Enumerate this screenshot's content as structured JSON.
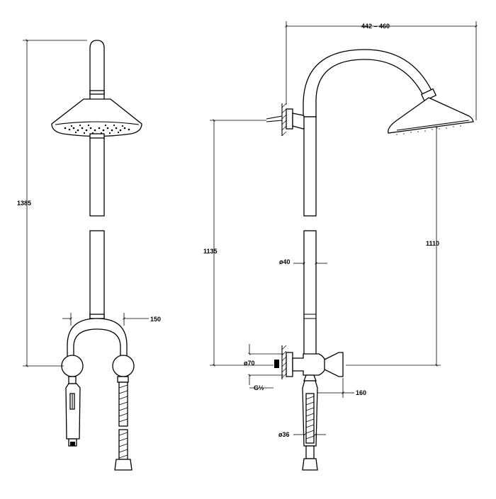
{
  "dimensions": {
    "total_height": "1385",
    "bracket_width": "150",
    "arm_reach": "442 – 460",
    "head_height": "1110",
    "inlet_height": "1135",
    "tube_diameter": "ø40",
    "valve_diameter": "ø70",
    "connection": "G½",
    "handle_length": "160",
    "hand_shower_diameter": "ø36"
  }
}
